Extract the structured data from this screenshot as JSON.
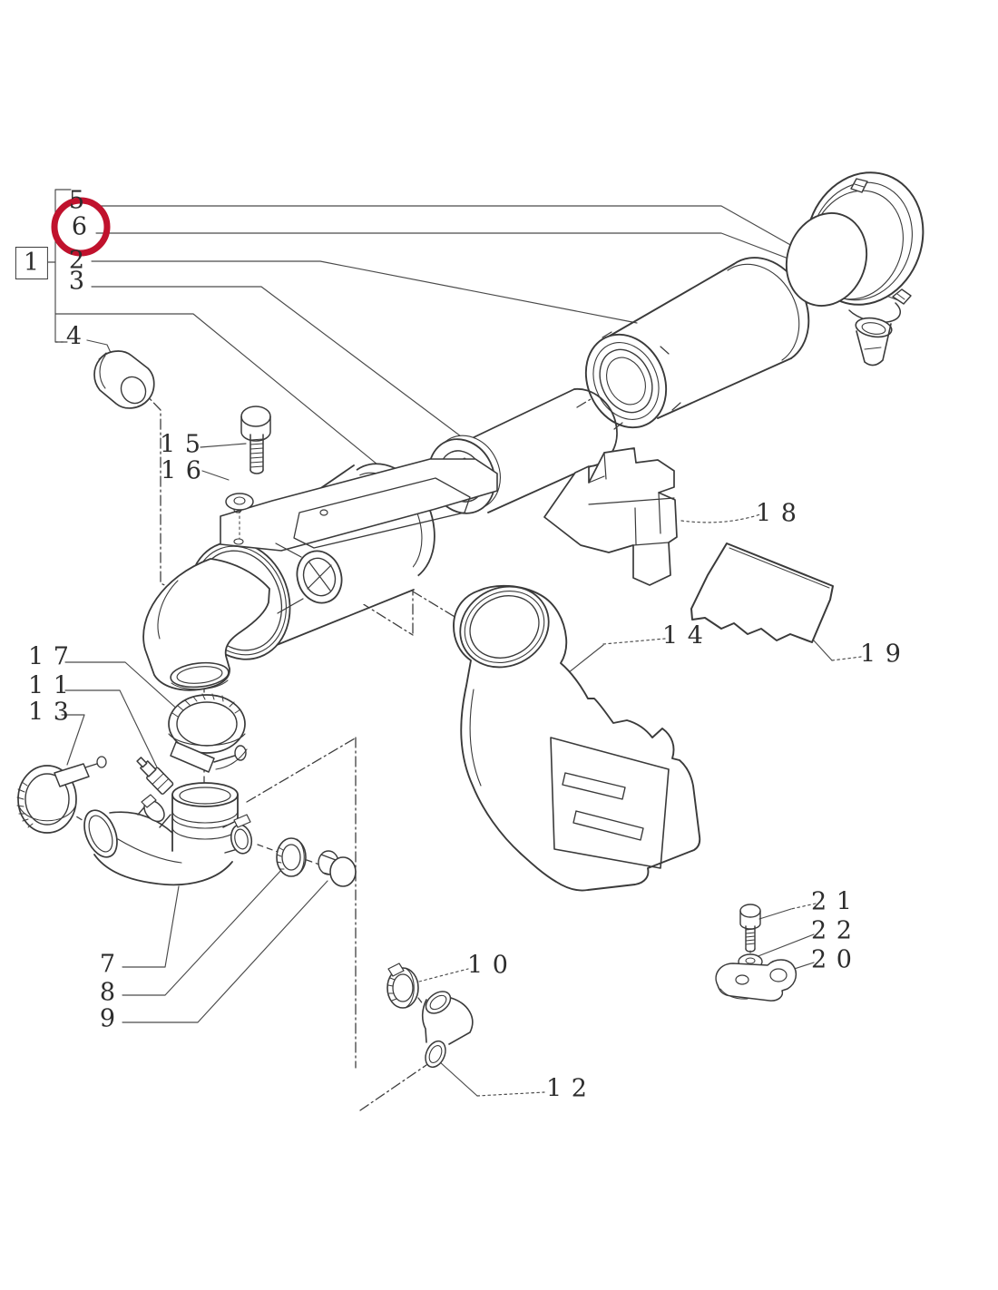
{
  "figure": {
    "type": "exploded-parts-diagram",
    "subject": "air cleaner / air intake assembly line drawing",
    "background_color": "#ffffff",
    "line_color": "#3a3a3a",
    "group_box": {
      "label": "1"
    },
    "highlight": {
      "circled_callout": "6",
      "color": "#c0122d"
    },
    "callouts": [
      {
        "id": "5",
        "label": "5"
      },
      {
        "id": "6",
        "label": "6"
      },
      {
        "id": "2",
        "label": "2"
      },
      {
        "id": "3",
        "label": "3"
      },
      {
        "id": "4",
        "label": "4"
      },
      {
        "id": "15",
        "label": "1 5"
      },
      {
        "id": "16",
        "label": "1 6"
      },
      {
        "id": "17",
        "label": "1 7"
      },
      {
        "id": "11",
        "label": "1 1"
      },
      {
        "id": "13",
        "label": "1 3"
      },
      {
        "id": "7",
        "label": "7"
      },
      {
        "id": "8",
        "label": "8"
      },
      {
        "id": "9",
        "label": "9"
      },
      {
        "id": "10",
        "label": "1 0"
      },
      {
        "id": "12",
        "label": "1 2"
      },
      {
        "id": "14",
        "label": "1 4"
      },
      {
        "id": "18",
        "label": "1 8"
      },
      {
        "id": "19",
        "label": "1 9"
      },
      {
        "id": "21",
        "label": "2 1"
      },
      {
        "id": "22",
        "label": "2 2"
      },
      {
        "id": "20",
        "label": "2 0"
      }
    ]
  }
}
